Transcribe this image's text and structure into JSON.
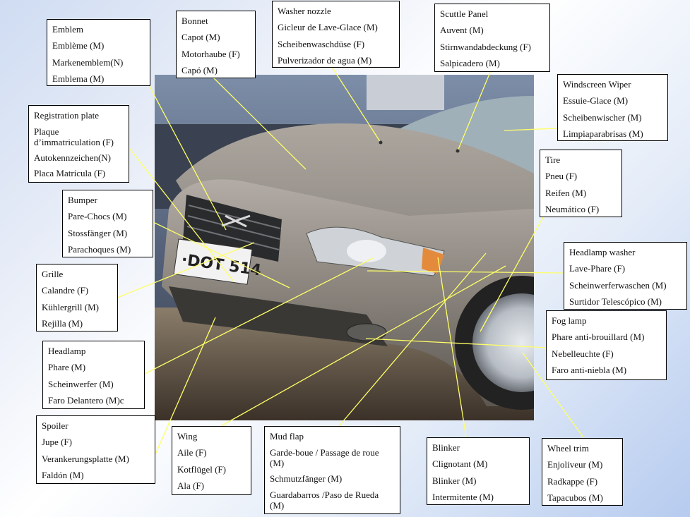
{
  "labels": {
    "emblem": {
      "title": "Emblem",
      "lines": [
        "Emblème (M)",
        "Markenemblem(N)",
        "Emblema (M)"
      ]
    },
    "bonnet": {
      "title": "Bonnet",
      "lines": [
        "Capot (M)",
        "Motorhaube (F)",
        "Capó (M)"
      ]
    },
    "washer": {
      "title": "Washer nozzle",
      "lines": [
        "Gicleur de Lave-Glace (M)",
        "Scheibenwaschdüse (F)",
        "Pulverizador de agua (M)"
      ]
    },
    "scuttle": {
      "title": "Scuttle Panel",
      "lines": [
        "Auvent (M)",
        "Stirnwandabdeckung (F)",
        "Salpicadero (M)"
      ]
    },
    "wiper": {
      "title": "Windscreen Wiper",
      "lines": [
        "Essuie-Glace (M)",
        "Scheibenwischer (M)",
        "Limpiaparabrisas (M)"
      ]
    },
    "registration": {
      "title": "Registration plate",
      "lines": [
        "Plaque d’immatriculation (F)",
        "Autokennzeichen(N)",
        "Placa Matrícula (F)"
      ]
    },
    "tire": {
      "title": "Tire",
      "lines": [
        "Pneu (F)",
        "Reifen (M)",
        "Neumático (F)"
      ]
    },
    "bumper": {
      "title": "Bumper",
      "lines": [
        "Pare-Chocs (M)",
        "Stossfänger (M)",
        "Parachoques (M)"
      ]
    },
    "hlwasher": {
      "title": "Headlamp washer",
      "lines": [
        "Lave-Phare (F)",
        "Scheinwerferwaschen (M)",
        "Surtidor Telescópico (M)"
      ]
    },
    "grille": {
      "title": "Grille",
      "lines": [
        "Calandre (F)",
        "Kühlergrill (M)",
        "Rejilla (M)"
      ]
    },
    "foglamp": {
      "title": "Fog lamp",
      "lines": [
        "Phare anti-brouillard (M)",
        "Nebelleuchte (F)",
        "Faro anti-niebla (M)"
      ]
    },
    "headlamp": {
      "title": "Headlamp",
      "lines": [
        "Phare (M)",
        "Scheinwerfer (M)",
        "Faro Delantero (M)c"
      ]
    },
    "spoiler": {
      "title": "Spoiler",
      "lines": [
        "Jupe (F)",
        "Verankerungsplatte (M)",
        "Faldón (M)"
      ]
    },
    "wing": {
      "title": "Wing",
      "lines": [
        "Aile (F)",
        "Kotflügel (F)",
        "Ala (F)"
      ]
    },
    "mudflap": {
      "title": "Mud flap",
      "lines": [
        "Garde-boue / Passage de roue  (M)",
        "Schmutzfänger (M)",
        "Guardabarros /Paso de Rueda (M)"
      ]
    },
    "blinker": {
      "title": "Blinker",
      "lines": [
        "Clignotant (M)",
        "Blinker (M)",
        "Intermitente (M)"
      ]
    },
    "wheeltrim": {
      "title": "Wheel trim",
      "lines": [
        "Enjoliveur (M)",
        "Radkappe (F)",
        "Tapacubos (M)"
      ]
    }
  },
  "plate_text": "·DOT 514",
  "colors": {
    "leader": "#ffff66",
    "box_border": "#000000"
  }
}
